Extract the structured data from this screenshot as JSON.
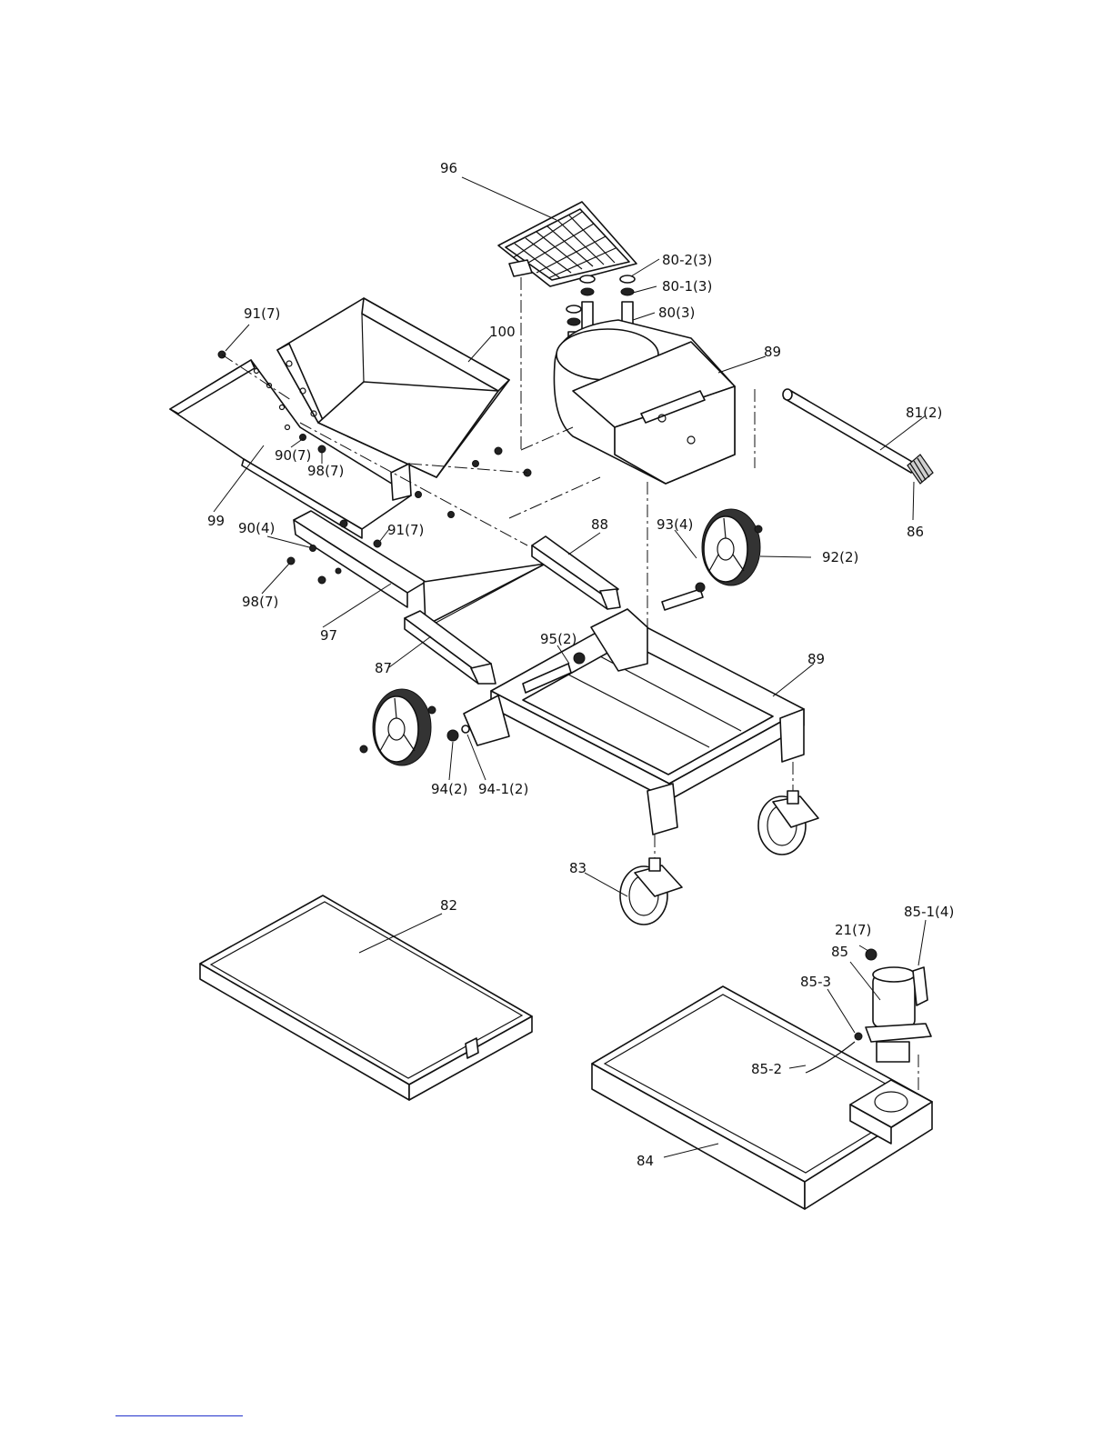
{
  "callouts": {
    "c96": "96",
    "c80_2": "80-2(3)",
    "c80_1": "80-1(3)",
    "c80": "80(3)",
    "c91a": "91(7)",
    "c100": "100",
    "c89a": "89",
    "c81": "81(2)",
    "c86": "86",
    "c90a": "90(7)",
    "c98a": "98(7)",
    "c99": "99",
    "c90b": "90(4)",
    "c91b": "91(7)",
    "c88": "88",
    "c93": "93(4)",
    "c92": "92(2)",
    "c98b": "98(7)",
    "c97": "97",
    "c95": "95(2)",
    "c89b": "89",
    "c87": "87",
    "c94": "94(2)",
    "c94_1": "94-1(2)",
    "c83": "83",
    "c82": "82",
    "c21": "21(7)",
    "c85_1": "85-1(4)",
    "c85": "85",
    "c85_3": "85-3",
    "c85_2": "85-2",
    "c84": "84"
  }
}
